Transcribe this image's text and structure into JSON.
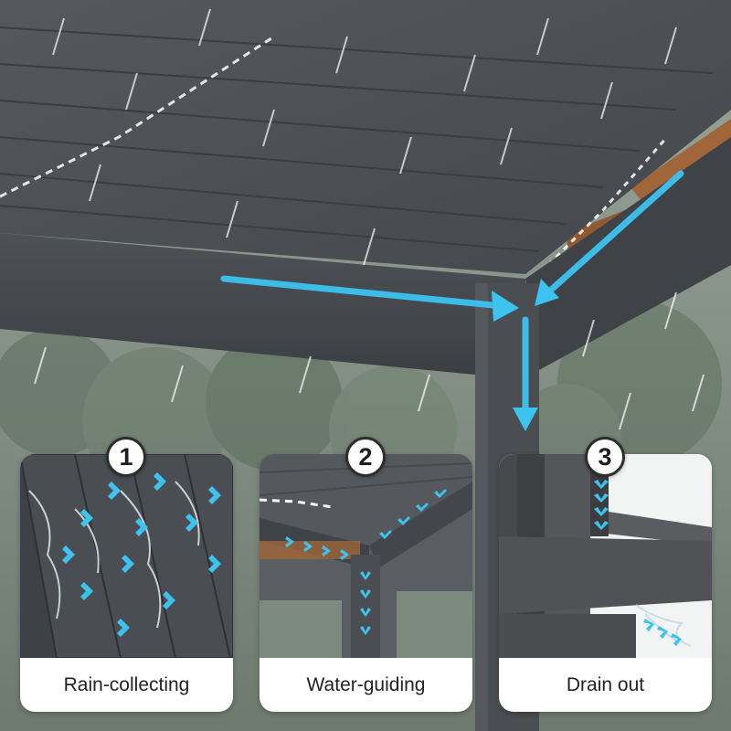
{
  "steps": [
    {
      "number": "1",
      "label": "Rain-collecting"
    },
    {
      "number": "2",
      "label": "Water-guiding"
    },
    {
      "number": "3",
      "label": "Drain out"
    }
  ],
  "colors": {
    "frame": "#45484c",
    "arrow": "#3cc3f0",
    "wood": "#a0663a",
    "foliage": "#6f8070"
  }
}
